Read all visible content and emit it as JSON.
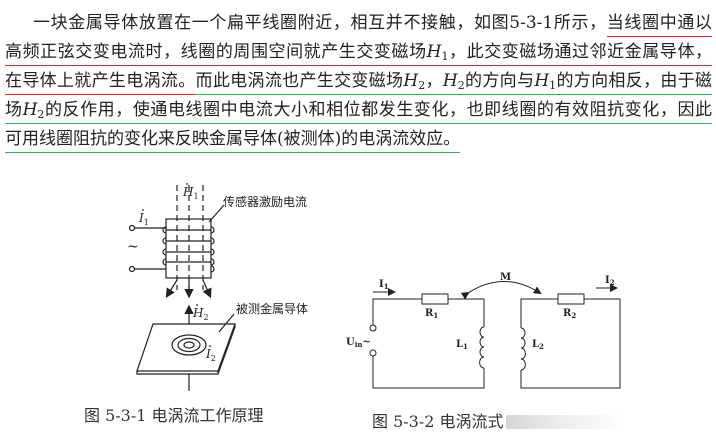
{
  "paragraph": {
    "lines": [
      {
        "segments": [
          {
            "text": "一块金属导体放置在一个扁平线圈附近，相互并不接触，如图5-3-1所示，",
            "mark": ""
          },
          {
            "text": "当线圈中通以",
            "mark": "red"
          }
        ]
      },
      {
        "segments": [
          {
            "text": "高频正弦交变电流时，线圈的周围空间就产生交变磁场",
            "mark": "red"
          },
          {
            "text": "H",
            "sub": "1",
            "mark": "red"
          },
          {
            "text": "，此交变磁场通过邻近金属导体，",
            "mark": "red"
          }
        ]
      },
      {
        "segments": [
          {
            "text": "在导体上就产生电涡流。",
            "mark": "red"
          },
          {
            "text": "而此电涡流也产生交变磁场",
            "mark": "green"
          },
          {
            "text": "H",
            "sub": "2",
            "mark": "green"
          },
          {
            "text": "，",
            "mark": "green"
          },
          {
            "text": "H",
            "sub": "2",
            "mark": "green"
          },
          {
            "text": "的方向与",
            "mark": "green"
          },
          {
            "text": "H",
            "sub": "1",
            "mark": "green"
          },
          {
            "text": "的方向相反，由于磁",
            "mark": "green"
          }
        ]
      },
      {
        "segments": [
          {
            "text": "场",
            "mark": "green"
          },
          {
            "text": "H",
            "sub": "2",
            "mark": "green"
          },
          {
            "text": "的反作用，使通电线圈中电流大小和相位都发生变化，也即线圈的有效阻抗变化，因此",
            "mark": "green"
          }
        ]
      },
      {
        "segments": [
          {
            "text": "可用线圈阻抗的变化来反映金属导体(被测体)的电涡流效应。",
            "mark": "green"
          }
        ]
      }
    ],
    "colors": {
      "red": "#e8262b",
      "green": "#27b45a"
    }
  },
  "figure1": {
    "label_h1": "H",
    "label_h1_sub": "1",
    "label_i1": "I",
    "label_i1_sub": "1",
    "label_h2": "H",
    "label_h2_sub": "2",
    "label_i2": "I",
    "label_i2_sub": "2",
    "source_symbol": "~",
    "callout_coil": "传感器激励电流",
    "callout_plate": "被测金属导体",
    "caption": "图 5-3-1  电涡流工作原理"
  },
  "figure2": {
    "label_i1": "I",
    "label_i1_sub": "1",
    "label_i2": "I",
    "label_i2_sub": "2",
    "label_m": "M",
    "label_r1": "R",
    "label_r1_sub": "1",
    "label_r2": "R",
    "label_r2_sub": "2",
    "label_l1": "L",
    "label_l1_sub": "1",
    "label_l2": "L",
    "label_l2_sub": "2",
    "label_uin": "U",
    "label_uin_sub": "in",
    "label_uin_suffix": "~",
    "caption": "图 5-3-2  电涡流式"
  }
}
